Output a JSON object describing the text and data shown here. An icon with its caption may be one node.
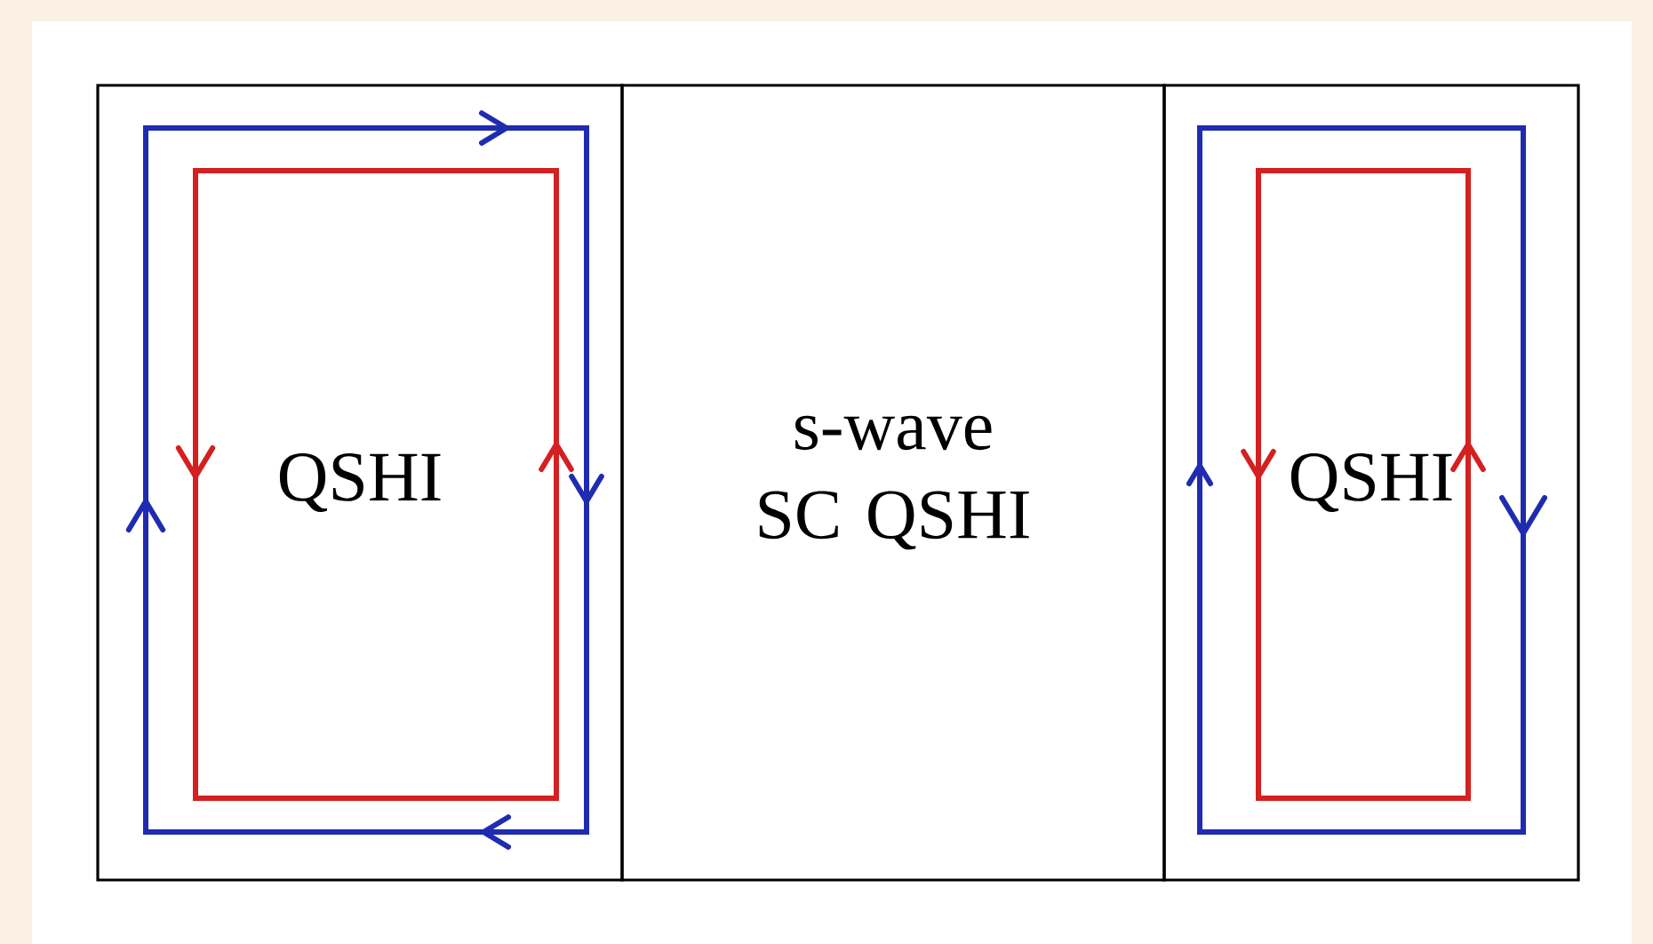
{
  "diagram": {
    "nodes": [
      {
        "text": [
          "QSHI"
        ]
      },
      {
        "text": [
          "s-wave SC QSHI"
        ]
      },
      {
        "text": [
          "QSHI"
        ]
      }
    ]
  }
}
